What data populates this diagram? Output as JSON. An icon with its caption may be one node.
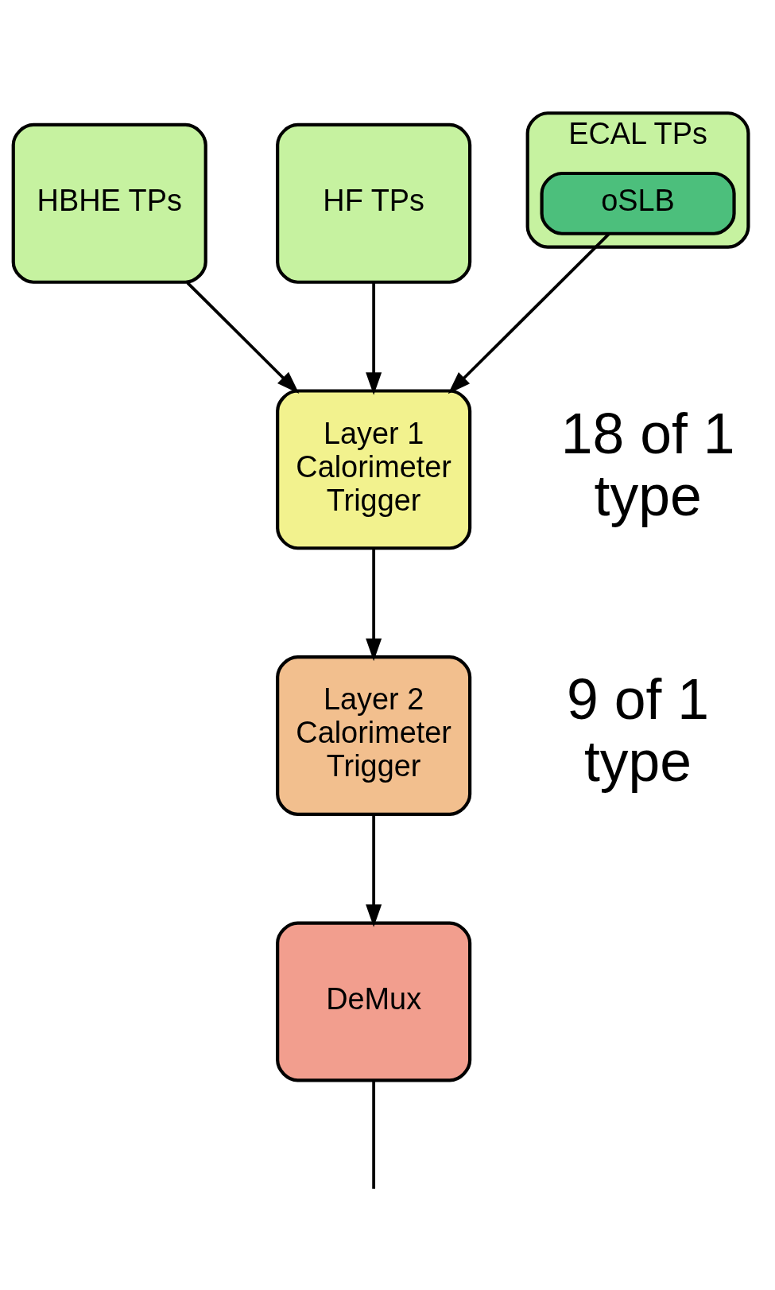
{
  "diagram": {
    "nodes": [
      {
        "text": [
          "HBHE TPs"
        ]
      },
      {
        "text": [
          "HF TPs"
        ]
      },
      {
        "text": [
          "ECAL TPs"
        ]
      },
      {
        "text": [
          "oSLB"
        ],
        "in": 2
      },
      {
        "text": [
          "Layer 1 Calorimeter Trigger"
        ],
        "beside": [
          "18 of 1 type"
        ]
      },
      {
        "text": [
          "Layer 2 Calorimeter Trigger"
        ],
        "beside": [
          "9 of 1 type"
        ]
      },
      {
        "text": [
          "DeMux"
        ]
      }
    ],
    "edges": [
      {
        "from": 0,
        "to": 4,
        "arrow": "to"
      },
      {
        "from": 1,
        "to": 4,
        "arrow": "to"
      },
      {
        "from": 3,
        "to": 4,
        "arrow": "to"
      },
      {
        "from": 4,
        "to": 5,
        "arrow": "to"
      },
      {
        "from": 5,
        "to": 6,
        "arrow": "to"
      },
      {
        "from": 6,
        "to": null,
        "arrow": "none"
      }
    ]
  }
}
